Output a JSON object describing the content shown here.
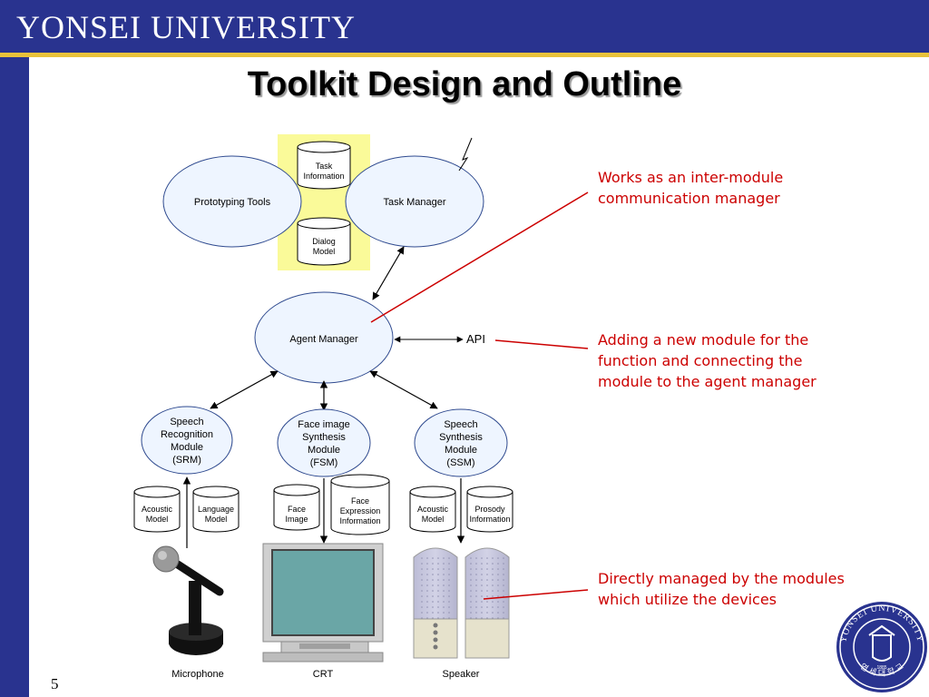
{
  "header": {
    "title": "YONSEI UNIVERSITY"
  },
  "slide": {
    "title": "Toolkit Design and Outline",
    "number": "5"
  },
  "diagram": {
    "prototyping_tools": "Prototyping Tools",
    "task_manager": "Task Manager",
    "task_information": [
      "Task",
      "Information"
    ],
    "dialog_model": [
      "Dialog",
      "Model"
    ],
    "agent_manager": "Agent Manager",
    "api": "API",
    "srm": [
      "Speech",
      "Recognition",
      "Module",
      "(SRM)"
    ],
    "fsm": [
      "Face image",
      "Synthesis",
      "Module",
      "(FSM)"
    ],
    "ssm": [
      "Speech",
      "Synthesis",
      "Module",
      "(SSM)"
    ],
    "acoustic_model_1": [
      "Acoustic",
      "Model"
    ],
    "language_model": [
      "Language",
      "Model"
    ],
    "face_image": [
      "Face",
      "Image"
    ],
    "face_expression": [
      "Face",
      "Expression",
      "Information"
    ],
    "acoustic_model_2": [
      "Acoustic",
      "Model"
    ],
    "prosody_info": [
      "Prosody",
      "Information"
    ],
    "microphone": "Microphone",
    "crt": "CRT",
    "speaker": "Speaker"
  },
  "notes": {
    "agent_manager": [
      "Works as an inter-module",
      "communication manager"
    ],
    "api": [
      "Adding a new module for the",
      "function and connecting the",
      "module to the agent manager"
    ],
    "devices": [
      "Directly managed by the modules",
      "which utilize the devices"
    ]
  },
  "logo": {
    "text_top": "YONSEI UNIVERSITY",
    "text_bottom": "연 세 대 학 교",
    "year": "1885"
  },
  "colors": {
    "header": "#29338f",
    "gold": "#e9c23a",
    "ellipse_fill": "#eef5ff",
    "ellipse_stroke": "#2f4a8f",
    "highlight": "#fafa99",
    "note_red": "#cc0000"
  }
}
